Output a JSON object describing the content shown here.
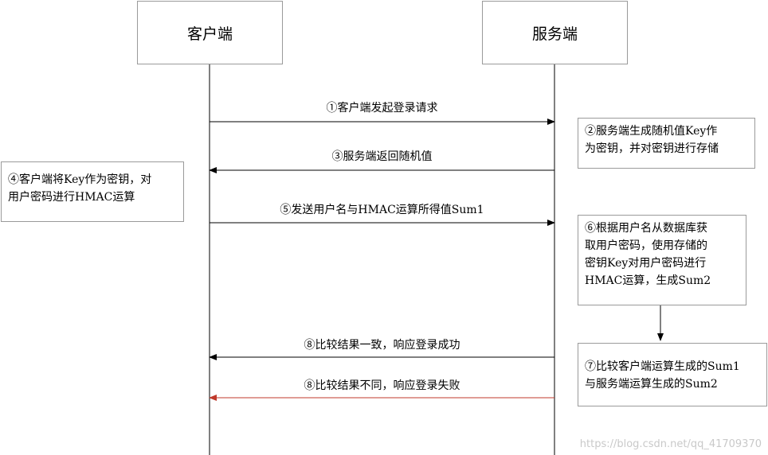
{
  "actors": {
    "client": "客户端",
    "server": "服务端"
  },
  "messages": [
    {
      "id": "m1",
      "text": "①客户端发起登录请求",
      "direction": "client-to-server",
      "color": "#000000"
    },
    {
      "id": "m3",
      "text": "③服务端返回随机值",
      "direction": "server-to-client",
      "color": "#000000"
    },
    {
      "id": "m5",
      "text": "⑤发送用户名与HMAC运算所得值Sum1",
      "direction": "client-to-server",
      "color": "#000000"
    },
    {
      "id": "m8a",
      "text": "⑧比较结果一致，响应登录成功",
      "direction": "server-to-client",
      "color": "#000000"
    },
    {
      "id": "m8b",
      "text": "⑧比较结果不同，响应登录失败",
      "direction": "server-to-client",
      "color": "#c0392b"
    }
  ],
  "notes": {
    "step2": [
      "②服务端生成随机值Key作",
      "为密钥，并对密钥进行存储"
    ],
    "step4": [
      "④客户端将Key作为密钥，对",
      "用户密码进行HMAC运算"
    ],
    "step6": [
      "⑥根据用户名从数据库获",
      "取用户密码，使用存储的",
      "密钥Key对用户密码进行",
      "HMAC运算，生成Sum2"
    ],
    "step7": [
      "⑦比较客户端运算生成的Sum1",
      "与服务端运算生成的Sum2"
    ]
  },
  "watermark": "https://blog.csdn.net/qq_41709370"
}
